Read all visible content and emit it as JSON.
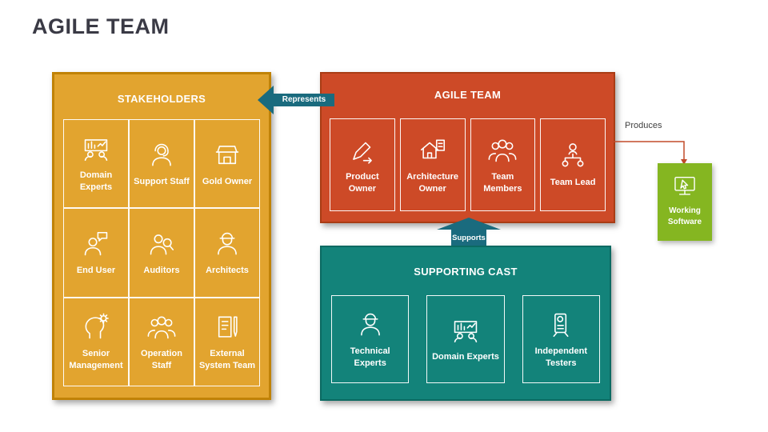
{
  "slide": {
    "title": "AGILE TEAM"
  },
  "stakeholders": {
    "title": "STAKEHOLDERS",
    "cells": [
      {
        "label": "Domain Experts",
        "icon": "team-board-chart"
      },
      {
        "label": "Support Staff",
        "icon": "person-headset"
      },
      {
        "label": "Gold Owner",
        "icon": "storefront"
      },
      {
        "label": "End User",
        "icon": "person-speech-bubble"
      },
      {
        "label": "Auditors",
        "icon": "person-magnifier"
      },
      {
        "label": "Architects",
        "icon": "person-hard-hat"
      },
      {
        "label": "Senior Management",
        "icon": "head-gears"
      },
      {
        "label": "Operation Staff",
        "icon": "people-group"
      },
      {
        "label": "External System Team",
        "icon": "book-pen"
      }
    ]
  },
  "agile_team": {
    "title": "AGILE TEAM",
    "cells": [
      {
        "label": "Product Owner",
        "icon": "pen-arrow"
      },
      {
        "label": "Architecture Owner",
        "icon": "house-document"
      },
      {
        "label": "Team Members",
        "icon": "people-group"
      },
      {
        "label": "Team Lead",
        "icon": "org-hierarchy"
      }
    ]
  },
  "supporting_cast": {
    "title": "SUPPORTING CAST",
    "cells": [
      {
        "label": "Technical Experts",
        "icon": "person-hard-hat"
      },
      {
        "label": "Domain Experts",
        "icon": "team-board-chart"
      },
      {
        "label": "Independent Testers",
        "icon": "multimeter"
      }
    ]
  },
  "connectors": {
    "represents": "Represents",
    "supports": "Supports",
    "produces": "Produces"
  },
  "output": {
    "label": "Working Software",
    "icon": "monitor-cursor"
  },
  "colors": {
    "stakeholders": "#E2A42F",
    "stakeholders_border": "#C08207",
    "agile_team": "#CD4A27",
    "agile_team_border": "#A93C15",
    "supporting_cast": "#13837A",
    "supporting_cast_border": "#0B6A62",
    "arrow": "#1A6B7E",
    "produces_line": "#C24B2A",
    "working_software": "#85B621",
    "title_text": "#3A3A45"
  }
}
